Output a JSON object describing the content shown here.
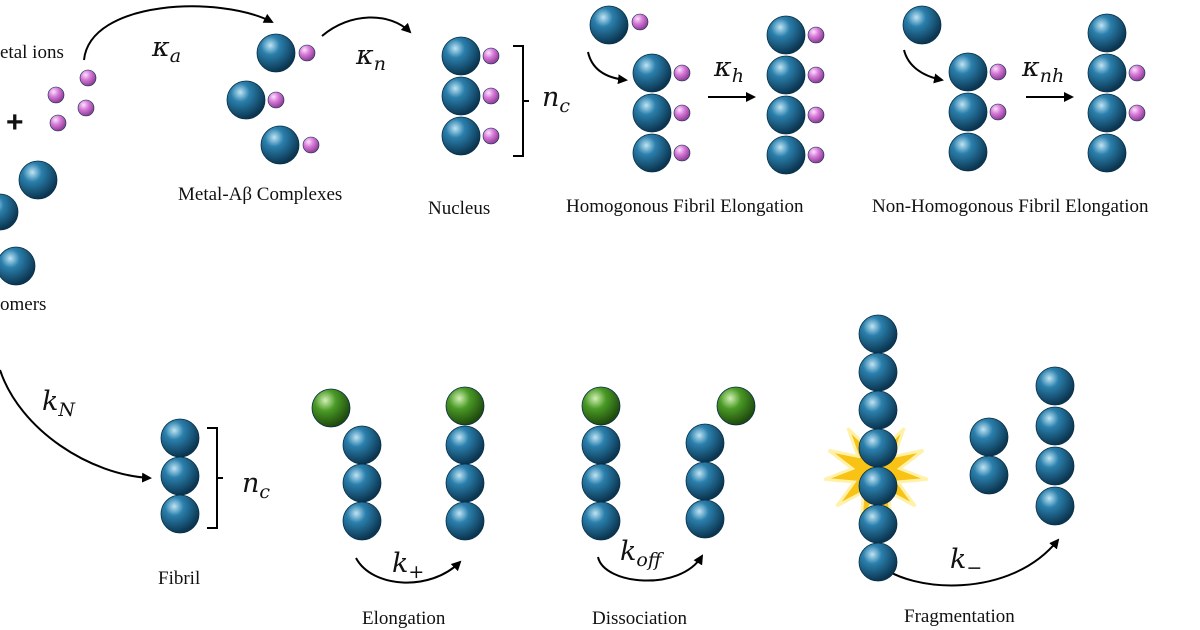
{
  "colors": {
    "monomer": "#1f6f99",
    "metal_ion": "#d77ad9",
    "added_monomer": "#3f8f1f",
    "break_star": "#f9c316",
    "background": "#ffffff"
  },
  "labels": {
    "metal_ions": "etal ions",
    "monomers": "omers",
    "complexes": "Metal-Aβ Complexes",
    "nucleus": "Nucleus",
    "homogenous": "Homogonous Fibril Elongation",
    "non_homogenous": "Non-Homogonous Fibril Elongation",
    "fibril": "Fibril",
    "elongation": "Elongation",
    "dissociation": "Dissociation",
    "fragmentation": "Fragmentation",
    "plus_sign": "+"
  },
  "rates": {
    "ka": {
      "sym": "κ",
      "sub": "a"
    },
    "kn_greek": {
      "sym": "κ",
      "sub": "n"
    },
    "kh": {
      "sym": "κ",
      "sub": "h"
    },
    "knh": {
      "sym": "κ",
      "sub": "nh"
    },
    "kN": {
      "sym": "k",
      "sub": "N"
    },
    "kplus": {
      "sym": "k",
      "sub": "+"
    },
    "koff": {
      "sym": "k",
      "sub": "off"
    },
    "kminus": {
      "sym": "k",
      "sub": "−"
    },
    "nc_top": {
      "sym": "n",
      "sub": "c"
    },
    "nc_bottom": {
      "sym": "n",
      "sub": "c"
    }
  }
}
